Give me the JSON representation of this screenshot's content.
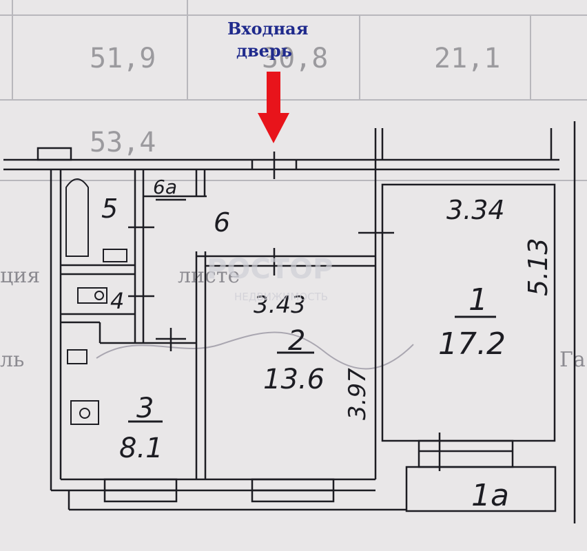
{
  "annotation": {
    "line1": "Входная",
    "line2": "дверь",
    "arrow_color": "#e8141b",
    "text_color": "#1f2a8c"
  },
  "table_values": {
    "v1": "51,9",
    "v2": "30,8",
    "v3": "21,1",
    "total": "53,4"
  },
  "rooms": {
    "r1": {
      "number": "1",
      "area": "17.2",
      "dim_top": "3.34",
      "dim_side": "5.13"
    },
    "r1a": {
      "label": "1а"
    },
    "r2": {
      "number": "2",
      "area": "13.6",
      "dim_top": "3.43",
      "dim_side": "3.97"
    },
    "r3": {
      "number": "3",
      "area": "8.1"
    },
    "r4": {
      "number": "4"
    },
    "r5": {
      "number": "5"
    },
    "r6": {
      "number": "6"
    },
    "r6a": {
      "number": "6а"
    }
  },
  "watermark": {
    "brand": "РОСТОР",
    "tagline": "НЕДВИЖИМОСТЬ"
  },
  "background_text": {
    "left_top": "ция",
    "left_mid": "ль",
    "mid": "листе",
    "right": "Га"
  },
  "colors": {
    "paper": "#e9e7e8",
    "ink": "#1c1c22",
    "grid": "#b8b7bc"
  }
}
